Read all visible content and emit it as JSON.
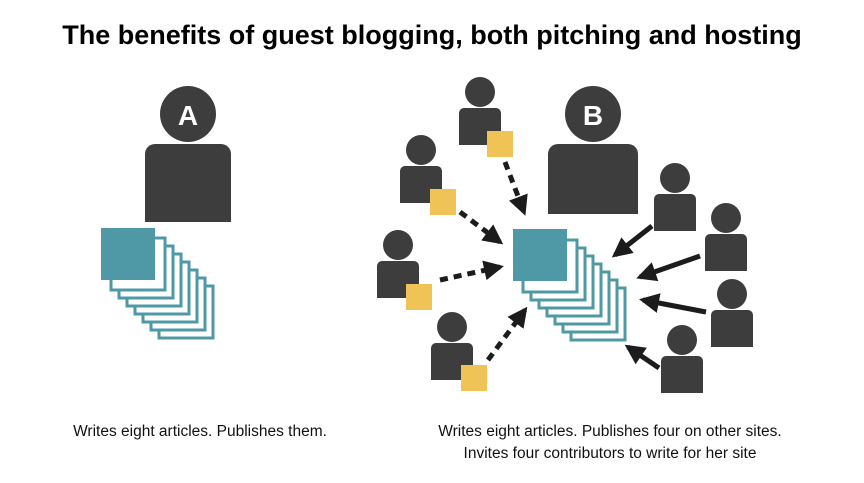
{
  "title": "The benefits of guest blogging, both pitching and hosting",
  "person_a": {
    "label": "A",
    "caption": "Writes eight articles. Publishes them."
  },
  "person_b": {
    "label": "B",
    "caption_line1": "Writes eight articles. Publishes four on other sites.",
    "caption_line2": "Invites four contributors to write for her site"
  },
  "colors": {
    "person": "#3d3d3d",
    "article": "#4f98a6",
    "guest_article": "#f0c356",
    "arrow": "#1c1c1c",
    "badge_text": "#ffffff"
  },
  "icons": {
    "person": "person-icon",
    "article_stack": "article-stack-icon",
    "guest_article": "article-card-icon",
    "dashed_arrow": "dashed-arrow-icon",
    "solid_arrow": "solid-arrow-icon"
  }
}
